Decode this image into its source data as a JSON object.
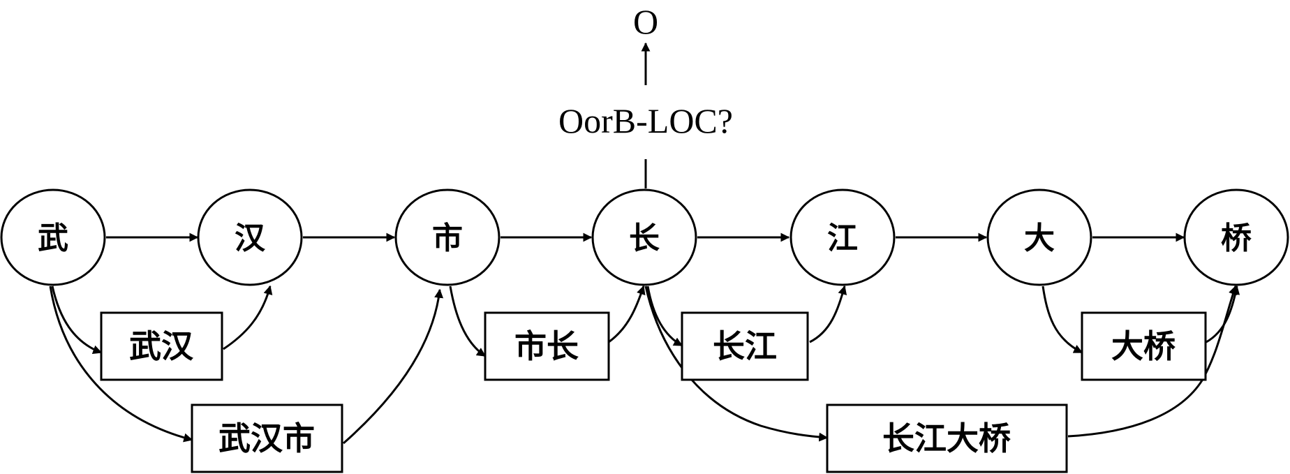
{
  "characters": [
    "武",
    "汉",
    "市",
    "长",
    "江",
    "大",
    "桥"
  ],
  "words": {
    "wuhan": "武汉",
    "shizhang": "市长",
    "changjiang": "长江",
    "daqiao": "大桥",
    "wuhanshi": "武汉市",
    "changjiangdaqiao": "长江大桥"
  },
  "decision": {
    "question": "OorB-LOC?",
    "output": "O"
  }
}
